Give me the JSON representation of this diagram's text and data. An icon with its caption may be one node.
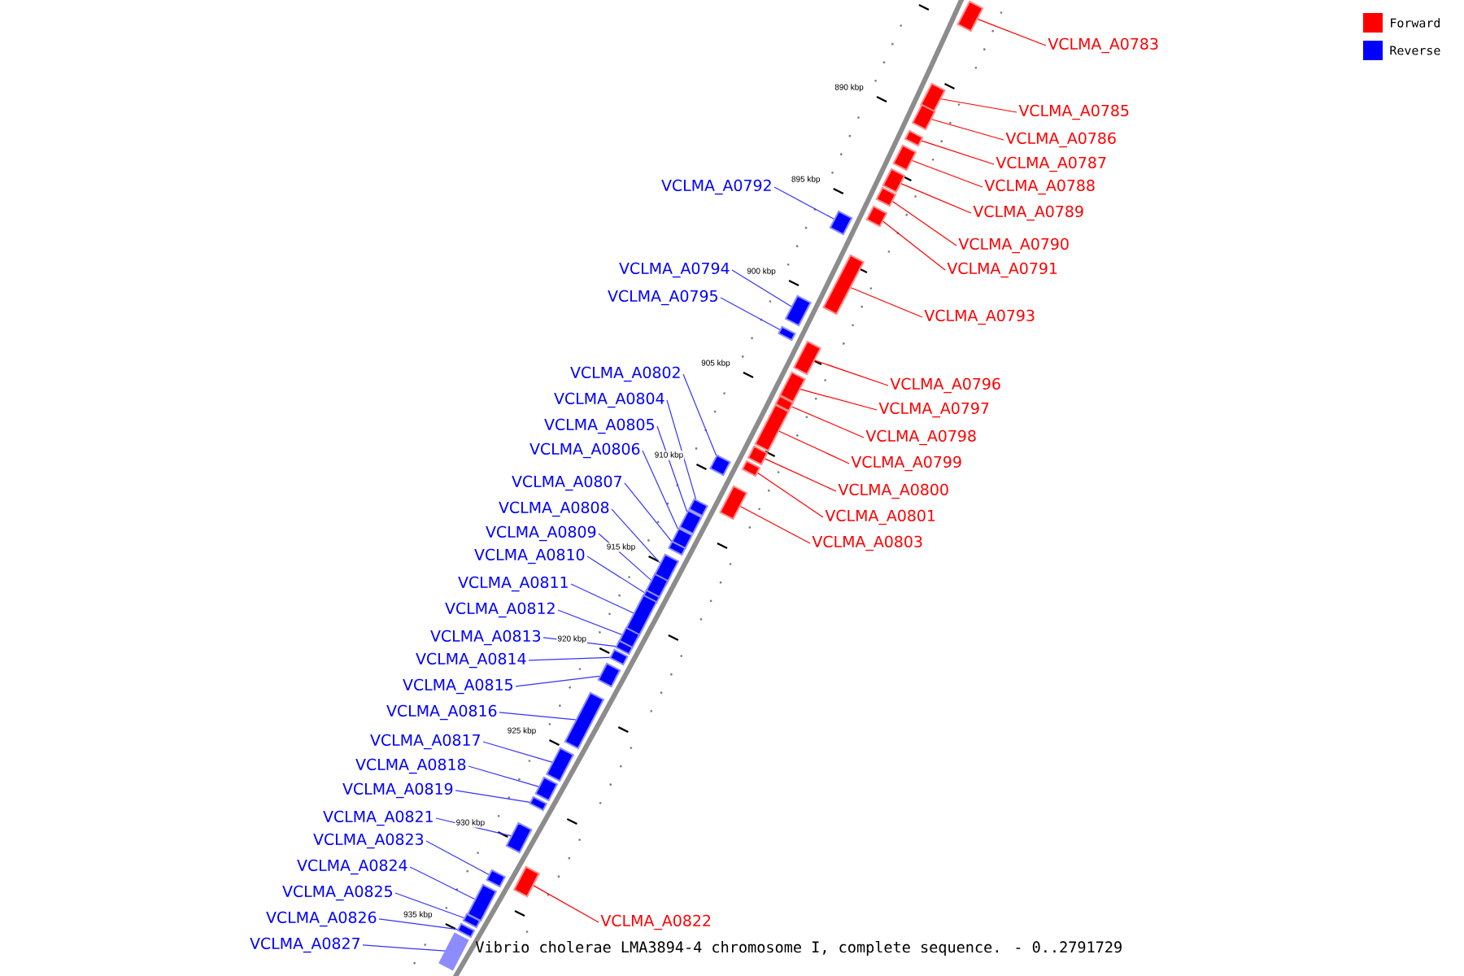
{
  "diagram": {
    "caption": "Vibrio cholerae LMA3894-4 chromosome I, complete sequence. - 0..2791729",
    "nodes": [
      {
        "text": [
          "VCLMA_A0783"
        ]
      },
      {
        "text": [],
        "shape": "box"
      },
      {
        "text": [
          "VCLMA_A0785"
        ]
      },
      {
        "text": [],
        "shape": "box"
      },
      {
        "text": [
          "VCLMA_A0786"
        ]
      },
      {
        "text": [],
        "shape": "box"
      },
      {
        "text": [
          "VCLMA_A0787"
        ]
      },
      {
        "text": [],
        "shape": "box"
      },
      {
        "text": [
          "VCLMA_A0792"
        ]
      },
      {
        "text": [],
        "shape": "box"
      },
      {
        "text": [
          "VCLMA_A0788"
        ]
      },
      {
        "text": [],
        "shape": "box"
      },
      {
        "text": [
          "VCLMA_A0789"
        ]
      },
      {
        "text": [],
        "shape": "box"
      },
      {
        "text": [
          "VCLMA_A0790"
        ]
      },
      {
        "text": [],
        "shape": "box"
      },
      {
        "text": [
          "VCLMA_A0794"
        ]
      },
      {
        "text": [],
        "shape": "box"
      },
      {
        "text": [
          "VCLMA_A0791"
        ]
      },
      {
        "text": [],
        "shape": "box"
      },
      {
        "text": [
          "VCLMA_A0795"
        ]
      },
      {
        "text": [],
        "shape": "box"
      },
      {
        "text": [
          "VCLMA_A0793"
        ]
      },
      {
        "text": [],
        "shape": "box"
      },
      {
        "text": [
          "VCLMA_A0802"
        ]
      },
      {
        "text": [],
        "shape": "box"
      },
      {
        "text": [
          "VCLMA_A0796"
        ]
      },
      {
        "text": [],
        "shape": "box"
      },
      {
        "text": [
          "VCLMA_A0804"
        ]
      },
      {
        "text": [],
        "shape": "box"
      },
      {
        "text": [
          "VCLMA_A0797"
        ]
      },
      {
        "text": [],
        "shape": "box"
      },
      {
        "text": [
          "VCLMA_A0805"
        ]
      },
      {
        "text": [],
        "shape": "box"
      },
      {
        "text": [
          "VCLMA_A0798"
        ]
      },
      {
        "text": [],
        "shape": "box"
      },
      {
        "text": [
          "VCLMA_A0806"
        ]
      },
      {
        "text": [],
        "shape": "box"
      },
      {
        "text": [
          "VCLMA_A0799"
        ]
      },
      {
        "text": [],
        "shape": "box"
      },
      {
        "text": [
          "VCLMA_A0807"
        ]
      },
      {
        "text": [],
        "shape": "box"
      },
      {
        "text": [
          "VCLMA_A0800"
        ]
      },
      {
        "text": [],
        "shape": "box"
      },
      {
        "text": [
          "VCLMA_A0808"
        ]
      },
      {
        "text": [],
        "shape": "box"
      },
      {
        "text": [
          "VCLMA_A0801"
        ]
      },
      {
        "text": [],
        "shape": "box"
      },
      {
        "text": [
          "VCLMA_A0809"
        ]
      },
      {
        "text": [],
        "shape": "box"
      },
      {
        "text": [
          "VCLMA_A0803"
        ]
      },
      {
        "text": [],
        "shape": "box"
      },
      {
        "text": [
          "VCLMA_A0810"
        ]
      },
      {
        "text": [],
        "shape": "box"
      },
      {
        "text": [
          "VCLMA_A0811"
        ]
      },
      {
        "text": [],
        "shape": "box"
      },
      {
        "text": [
          "VCLMA_A0812"
        ]
      },
      {
        "text": [],
        "shape": "box"
      },
      {
        "text": [
          "VCLMA_A0813"
        ]
      },
      {
        "text": [],
        "shape": "box"
      },
      {
        "text": [
          "VCLMA_A0814"
        ]
      },
      {
        "text": [],
        "shape": "box"
      },
      {
        "text": [
          "VCLMA_A0815"
        ]
      },
      {
        "text": [],
        "shape": "box"
      },
      {
        "text": [
          "VCLMA_A0816"
        ]
      },
      {
        "text": [],
        "shape": "box"
      },
      {
        "text": [
          "VCLMA_A0817"
        ]
      },
      {
        "text": [],
        "shape": "box"
      },
      {
        "text": [
          "VCLMA_A0818"
        ]
      },
      {
        "text": [],
        "shape": "box"
      },
      {
        "text": [
          "VCLMA_A0819"
        ]
      },
      {
        "text": [],
        "shape": "box"
      },
      {
        "text": [
          "VCLMA_A0821"
        ]
      },
      {
        "text": [],
        "shape": "box"
      },
      {
        "text": [
          "VCLMA_A0823"
        ]
      },
      {
        "text": [],
        "shape": "box"
      },
      {
        "text": [
          "VCLMA_A0824"
        ]
      },
      {
        "text": [],
        "shape": "box"
      },
      {
        "text": [
          "VCLMA_A0825"
        ]
      },
      {
        "text": [],
        "shape": "box"
      },
      {
        "text": [
          "VCLMA_A0822"
        ]
      },
      {
        "text": [],
        "shape": "box"
      },
      {
        "text": [
          "VCLMA_A0826"
        ]
      },
      {
        "text": [],
        "shape": "box"
      },
      {
        "text": [
          "VCLMA_A0827"
        ]
      },
      {
        "text": [],
        "shape": "box"
      }
    ],
    "edges": [
      {
        "from": 0,
        "to": 1,
        "arrow": "none",
        "color": "#ff0000"
      },
      {
        "from": 2,
        "to": 3,
        "arrow": "none",
        "color": "#ff0000"
      },
      {
        "from": 4,
        "to": 5,
        "arrow": "none",
        "color": "#ff0000"
      },
      {
        "from": 6,
        "to": 7,
        "arrow": "none",
        "color": "#ff0000"
      },
      {
        "from": 8,
        "to": 9,
        "arrow": "none"
      },
      {
        "from": 10,
        "to": 11,
        "arrow": "none",
        "color": "#ff0000"
      },
      {
        "from": 12,
        "to": 13,
        "arrow": "none",
        "color": "#ff0000"
      },
      {
        "from": 14,
        "to": 15,
        "arrow": "none",
        "color": "#ff0000"
      },
      {
        "from": 16,
        "to": 17,
        "arrow": "none"
      },
      {
        "from": 18,
        "to": 19,
        "arrow": "none",
        "color": "#ff0000"
      },
      {
        "from": 20,
        "to": 21,
        "arrow": "none"
      },
      {
        "from": 22,
        "to": 23,
        "arrow": "none",
        "color": "#ff0000"
      },
      {
        "from": 24,
        "to": 25,
        "arrow": "none"
      },
      {
        "from": 26,
        "to": 27,
        "arrow": "none",
        "color": "#ff0000"
      },
      {
        "from": 28,
        "to": 29,
        "arrow": "none"
      },
      {
        "from": 30,
        "to": 31,
        "arrow": "none",
        "color": "#ff0000"
      },
      {
        "from": 32,
        "to": 33,
        "arrow": "none"
      },
      {
        "from": 34,
        "to": 35,
        "arrow": "none",
        "color": "#ff0000"
      },
      {
        "from": 36,
        "to": 37,
        "arrow": "none"
      },
      {
        "from": 38,
        "to": 39,
        "arrow": "none",
        "color": "#ff0000"
      },
      {
        "from": 40,
        "to": 41,
        "arrow": "none"
      },
      {
        "from": 42,
        "to": 43,
        "arrow": "none",
        "color": "#ff0000"
      },
      {
        "from": 44,
        "to": 45,
        "arrow": "none"
      },
      {
        "from": 46,
        "to": 47,
        "arrow": "none",
        "color": "#ff0000"
      },
      {
        "from": 48,
        "to": 49,
        "arrow": "none"
      },
      {
        "from": 50,
        "to": 51,
        "arrow": "none",
        "color": "#ff0000"
      },
      {
        "from": 52,
        "to": 53,
        "arrow": "none"
      },
      {
        "from": 54,
        "to": 55,
        "arrow": "none"
      },
      {
        "from": 56,
        "to": 57,
        "arrow": "none"
      },
      {
        "from": 58,
        "to": 59,
        "arrow": "none"
      },
      {
        "from": 60,
        "to": 61,
        "arrow": "none"
      },
      {
        "from": 62,
        "to": 63,
        "arrow": "none"
      },
      {
        "from": 64,
        "to": 65,
        "arrow": "none"
      },
      {
        "from": 66,
        "to": 67,
        "arrow": "none"
      },
      {
        "from": 68,
        "to": 69,
        "arrow": "none"
      },
      {
        "from": 70,
        "to": 71,
        "arrow": "none"
      },
      {
        "from": 72,
        "to": 73,
        "arrow": "none"
      },
      {
        "from": 74,
        "to": 75,
        "arrow": "none"
      },
      {
        "from": 76,
        "to": 77,
        "arrow": "none"
      },
      {
        "from": 78,
        "to": 79,
        "arrow": "none"
      },
      {
        "from": 80,
        "to": 81,
        "arrow": "none",
        "color": "#ff0000"
      },
      {
        "from": 82,
        "to": 83,
        "arrow": "none"
      },
      {
        "from": 84,
        "to": 85,
        "arrow": "none"
      }
    ],
    "labels": [
      "890 kbp",
      "895 kbp",
      "900 kbp",
      "905 kbp",
      "910 kbp",
      "915 kbp",
      "920 kbp",
      "925 kbp",
      "930 kbp",
      "935 kbp"
    ],
    "legend": [
      {
        "text": "Forward",
        "color": "#ff0000"
      },
      {
        "text": "Reverse",
        "color": "#0000ff"
      }
    ]
  }
}
